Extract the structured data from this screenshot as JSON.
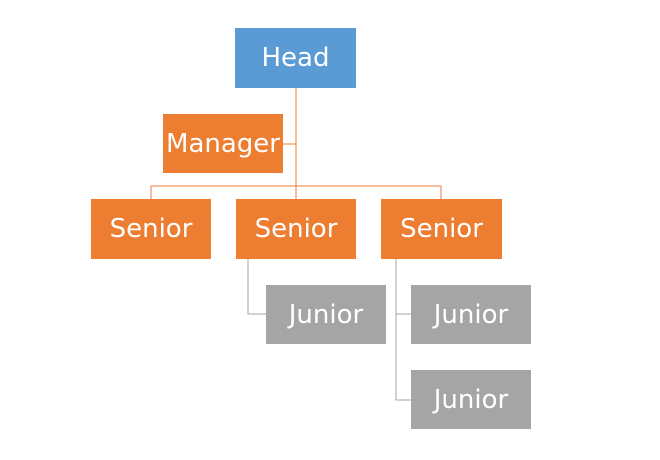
{
  "org_chart": {
    "head": {
      "label": "Head"
    },
    "assistant": {
      "label": "Manager"
    },
    "seniors": [
      {
        "label": "Senior"
      },
      {
        "label": "Senior"
      },
      {
        "label": "Senior"
      }
    ],
    "juniors": [
      {
        "label": "Junior"
      },
      {
        "label": "Junior"
      },
      {
        "label": "Junior"
      }
    ]
  },
  "colors": {
    "head_fill": "#5B9BD5",
    "senior_fill": "#ED7D31",
    "junior_fill": "#A5A5A5",
    "connector_orange": "#ED7D31",
    "connector_gray": "#A5A5A5"
  }
}
